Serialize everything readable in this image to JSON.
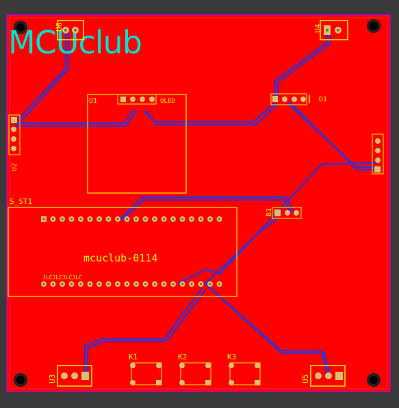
{
  "board": {
    "title": "MCUclub",
    "model": "mcuclub-0114",
    "jlc_mark": "JLCJLCJLCJLC",
    "colors": {
      "board": "#ff0000",
      "outline": "#c800c8",
      "silk": "#f2f200",
      "title": "#00e0d0",
      "trace": "#3b2fc9",
      "pad": "#d8c070"
    }
  },
  "components": {
    "u1": {
      "ref": "U1",
      "value": "OLED"
    },
    "u2": {
      "ref": "U2"
    },
    "u3": {
      "ref": "U3"
    },
    "u4": {
      "ref": "U4"
    },
    "u5": {
      "ref": "U5"
    },
    "u6": {
      "ref": "U6"
    },
    "b1": {
      "ref": "B1"
    },
    "d1": {
      "ref": "D1"
    },
    "s_st1": {
      "ref": "S_ST1"
    },
    "k1": {
      "ref": "K1"
    },
    "k2": {
      "ref": "K2"
    },
    "k3": {
      "ref": "K3"
    }
  }
}
